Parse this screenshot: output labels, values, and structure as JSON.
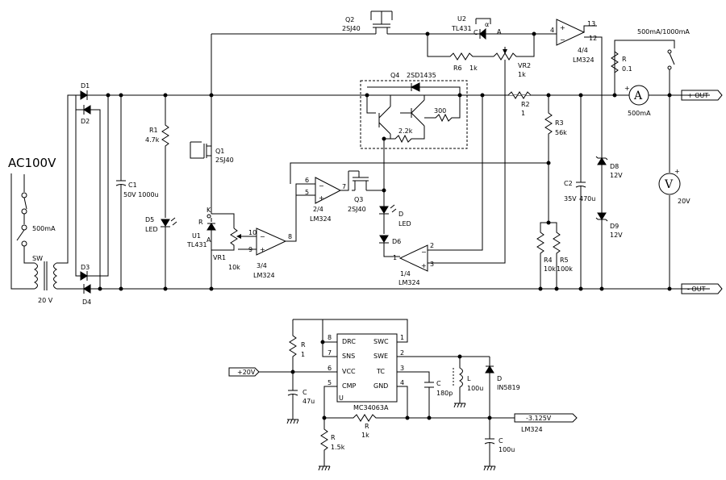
{
  "mains": {
    "label": "AC100V",
    "fuse": "500mA",
    "switch": "SW",
    "secondary": "20 V"
  },
  "diodes": {
    "d1": "D1",
    "d2": "D2",
    "d3": "D3",
    "d4": "D4"
  },
  "c1": {
    "name": "C1",
    "value": "50V 1000u"
  },
  "r1": {
    "name": "R1",
    "value": "4.7k"
  },
  "d5": {
    "name": "D5",
    "value": "LED"
  },
  "q1": {
    "name": "Q1",
    "value": "2SJ40"
  },
  "u1": {
    "name": "U1",
    "value": "TL431",
    "pin_r": "R",
    "pin_k": "K",
    "pin_a": "A"
  },
  "vr1": {
    "name": "VR1",
    "value": "10k"
  },
  "op34": {
    "name": "3/4",
    "part": "LM324",
    "pin_a": "10",
    "pin_b": "9",
    "pin_out": "8"
  },
  "op24": {
    "name": "2/4",
    "part": "LM324",
    "pin_a": "6",
    "pin_b": "5",
    "pin_out": "7"
  },
  "q3": {
    "name": "Q3",
    "value": "2SJ40"
  },
  "q2": {
    "name": "Q2",
    "value": "2SJ40"
  },
  "u2": {
    "name": "U2",
    "value": "TL431",
    "pin_c": "C",
    "pin_a": "A",
    "pin_alpha": "α"
  },
  "r6": {
    "name": "R6",
    "value": "1k"
  },
  "vr2": {
    "name": "VR2",
    "value": "1k"
  },
  "op44": {
    "name": "4/4",
    "part": "LM324",
    "pin_a": "4",
    "pin_b": "13",
    "pin_out": "12"
  },
  "q4": {
    "name": "Q4",
    "value": "2SD1435"
  },
  "r300": {
    "value": "300"
  },
  "r22": {
    "value": "2.2k"
  },
  "r2": {
    "name": "R2",
    "value": "1"
  },
  "r3": {
    "name": "R3",
    "value": "56k"
  },
  "led_d": {
    "name": "D",
    "value": "LED"
  },
  "d6": {
    "name": "D6"
  },
  "op14": {
    "name": "1/4",
    "part": "LM324",
    "pin_a": "2",
    "pin_b": "3",
    "pin_out": "1"
  },
  "c2": {
    "name": "C2",
    "value": "35V",
    "value2": "470u"
  },
  "r4": {
    "name": "R4",
    "value": "10k"
  },
  "r5": {
    "name": "R5",
    "value": "100k"
  },
  "d8": {
    "name": "D8",
    "value": "12V"
  },
  "d9": {
    "name": "D9",
    "value": "12V"
  },
  "rs": {
    "name": "R",
    "value": "0.1"
  },
  "range": {
    "label": "500mA/1000mA"
  },
  "ammeter": {
    "symbol": "A",
    "value": "500mA"
  },
  "voltmeter": {
    "symbol": "V",
    "value": "20V"
  },
  "out": {
    "plus": "+ OUT",
    "minus": "- OUT"
  },
  "mc": {
    "name": "U",
    "part": "MC34063A",
    "pins": {
      "p8": "8",
      "p7": "7",
      "p6": "6",
      "p5": "5",
      "p1": "1",
      "p2": "2",
      "p3": "3",
      "p4": "4"
    },
    "labels": {
      "drc": "DRC",
      "sns": "SNS",
      "vcc": "VCC",
      "cmp": "CMP",
      "swc": "SWC",
      "swe": "SWE",
      "tc": "TC",
      "gnd": "GND"
    }
  },
  "conv": {
    "vin": "+20V",
    "vout": "-3.125V",
    "load": "LM324",
    "r_top": {
      "name": "R",
      "value": "1"
    },
    "c_in": {
      "name": "C",
      "value": "47u"
    },
    "c_t": {
      "name": "C",
      "value": "180p"
    },
    "l": {
      "name": "L",
      "value": "100u"
    },
    "d": {
      "name": "D",
      "value": "IN5819"
    },
    "r_fb": {
      "name": "R",
      "value": "1k"
    },
    "r_bot": {
      "name": "R",
      "value": "1.5k"
    },
    "c_out": {
      "name": "C",
      "value": "100u"
    }
  }
}
